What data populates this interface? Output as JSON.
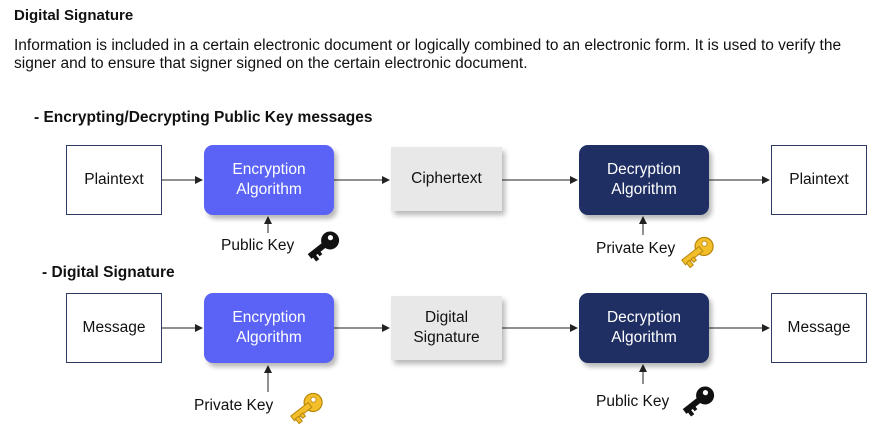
{
  "title": "Digital Signature",
  "description": "Information is included in a certain electronic document or logically combined to an electronic form. It is used to verify the signer and to ensure that signer signed on the certain electronic document.",
  "section1": {
    "heading": "- Encrypting/Decrypting Public Key messages",
    "input": "Plaintext",
    "encryption": "Encryption Algorithm",
    "middle": "Ciphertext",
    "decryption": "Decryption Algorithm",
    "output": "Plaintext",
    "enc_key": "Public Key",
    "dec_key": "Private Key"
  },
  "section2": {
    "heading": "- Digital Signature",
    "input": "Message",
    "encryption": "Encryption Algorithm",
    "middle": "Digital Signature",
    "decryption": "Decryption Algorithm",
    "output": "Message",
    "enc_key": "Private Key",
    "dec_key": "Public Key"
  },
  "colors": {
    "encryption_box": "#5a63f5",
    "decryption_box": "#1f2f63",
    "middle_box": "#e8e8e8",
    "public_key_icon": "#111111",
    "private_key_icon": "#f2bf2a"
  },
  "icons": {
    "public_key": "black-key-icon",
    "private_key": "gold-key-icon"
  }
}
